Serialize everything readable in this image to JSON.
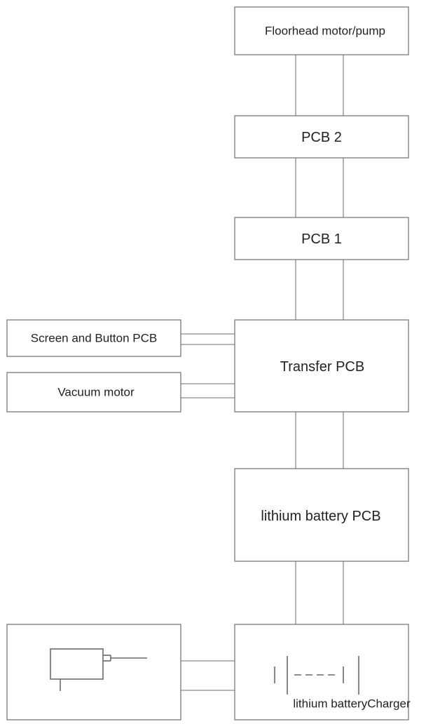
{
  "blocks": {
    "floorhead": "Floorhead motor/pump",
    "pcb2": "PCB 2",
    "pcb1": "PCB 1",
    "screen_button": "Screen and Button PCB",
    "vacuum": "Vacuum motor",
    "transfer": "Transfer PCB",
    "battery_pcb": "lithium battery PCB",
    "battery_charger": "lithium batteryCharger"
  },
  "icons": {
    "charger": "charger-plug-icon",
    "battery": "battery-symbol-icon"
  },
  "colors": {
    "line": "#8a8a8a",
    "text": "#222222"
  }
}
